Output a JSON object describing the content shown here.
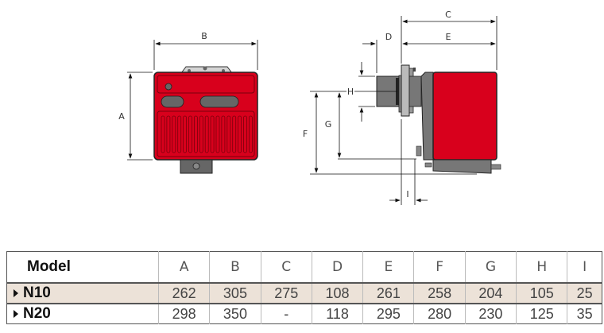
{
  "diagram": {
    "front_view": {
      "labels": {
        "width": "B",
        "height": "A"
      }
    },
    "side_view": {
      "labels": {
        "total_length": "C",
        "flange_offset": "D",
        "body_length": "E",
        "overall_height": "F",
        "axis_height": "G",
        "tube_diameter": "H",
        "flange_thickness": "I"
      }
    },
    "colors": {
      "body_red": "#d8001c",
      "gray": "#666666",
      "light_gray": "#aaaaaa"
    }
  },
  "table": {
    "header": {
      "model": "Model",
      "columns": [
        "A",
        "B",
        "C",
        "D",
        "E",
        "F",
        "G",
        "H",
        "I"
      ]
    },
    "rows": [
      {
        "model": "N10",
        "values": [
          "262",
          "305",
          "275",
          "108",
          "261",
          "258",
          "204",
          "105",
          "25"
        ]
      },
      {
        "model": "N20",
        "values": [
          "298",
          "350",
          "-",
          "118",
          "295",
          "280",
          "230",
          "125",
          "35"
        ]
      }
    ],
    "row_highlight_color": "#ece2d8"
  }
}
